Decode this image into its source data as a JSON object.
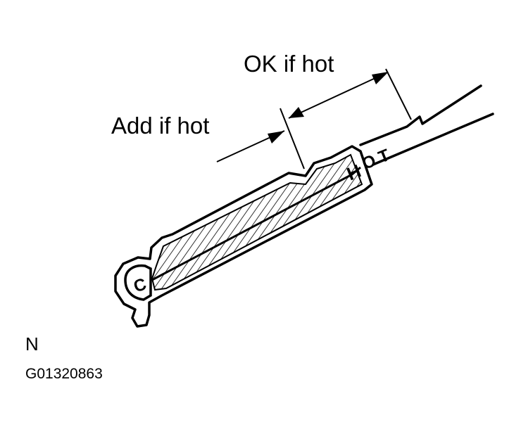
{
  "labels": {
    "ok_if_hot": "OK if hot",
    "add_if_hot": "Add if hot",
    "view_letter": "N",
    "figure_code": "G01320863"
  },
  "dipstick": {
    "mark_cold": "C",
    "mark_hot_h": "H",
    "mark_hot_o": "O",
    "mark_hot_t": "T"
  },
  "colors": {
    "ink": "#000000",
    "paper": "#ffffff"
  }
}
